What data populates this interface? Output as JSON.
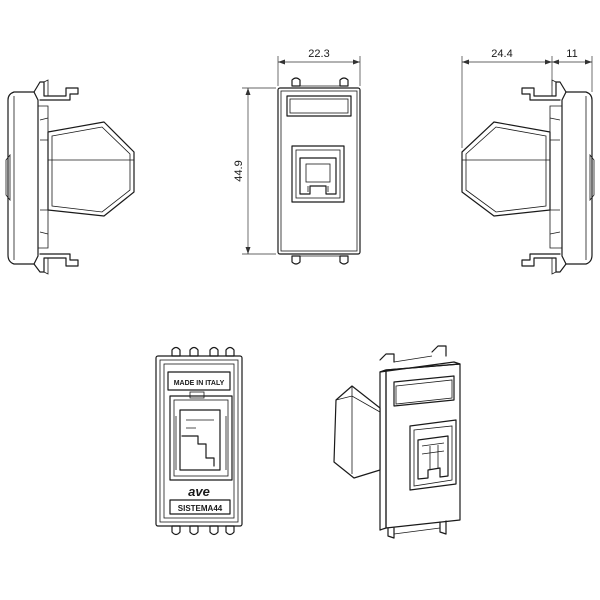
{
  "dimensions": {
    "front_width": "22.3",
    "front_height": "44.9",
    "side_depth": "24.4",
    "side_offset": "11"
  },
  "back_view_markings": {
    "origin": "MADE IN ITALY",
    "brand": "ave",
    "series": "SISTEMA44"
  },
  "colors": {
    "line": "#1a1a1a",
    "background": "#ffffff"
  }
}
